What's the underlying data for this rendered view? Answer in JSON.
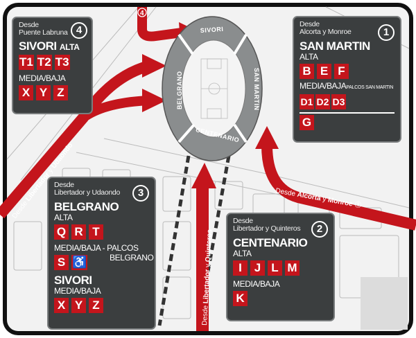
{
  "stadium": {
    "sections": [
      "SIVORI",
      "SAN MARTIN",
      "CENTENARIO",
      "BELGRANO"
    ]
  },
  "routes": {
    "r1": {
      "label_from": "Desde",
      "label_a": "Alcorta",
      "label_y": "y",
      "label_b": "Monroe",
      "num": "1"
    },
    "r2": {
      "label_from": "Desde",
      "label_a": "Libertador",
      "label_y": "y",
      "label_b": "Quinteros",
      "num": "2"
    },
    "r3": {
      "label_from": "Desde",
      "label_a": "Libertador",
      "label_y": "y",
      "label_b": "Udaondo",
      "num": "3"
    },
    "r4": {
      "num": "4"
    }
  },
  "boxes": {
    "b4": {
      "from1": "Desde",
      "from2": "Puente Labruna",
      "num": "4",
      "section": "SIVORI",
      "alta": "ALTA",
      "alta_tiles": [
        "T1",
        "T2",
        "T3"
      ],
      "media": "MEDIA/BAJA",
      "media_tiles": [
        "X",
        "Y",
        "Z"
      ]
    },
    "b1": {
      "from1": "Desde",
      "from2": "Alcorta y Monroe",
      "num": "1",
      "section": "SAN MARTIN",
      "alta": "ALTA",
      "alta_tiles": [
        "B",
        "E",
        "F"
      ],
      "media": "MEDIA/BAJA",
      "palcos": "PALCOS SAN MARTIN",
      "media_tiles": [
        "D1",
        "D2",
        "D3"
      ],
      "extra_tiles": [
        "G"
      ]
    },
    "b3": {
      "from1": "Desde",
      "from2": "Libertador y Udaondo",
      "num": "3",
      "section": "BELGRANO",
      "alta": "ALTA",
      "alta_tiles": [
        "Q",
        "R",
        "T"
      ],
      "media": "MEDIA/BAJA - PALCOS",
      "palcos2": "BELGRANO",
      "media_tiles": [
        "S"
      ],
      "wheelchair": "wheelchair-icon",
      "section2": "SIVORI",
      "media2": "MEDIA/BAJA",
      "media2_tiles": [
        "X",
        "Y",
        "Z"
      ]
    },
    "b2": {
      "from1": "Desde",
      "from2": "Libertador y Quinteros",
      "num": "2",
      "section": "CENTENARIO",
      "alta": "ALTA",
      "alta_tiles": [
        "I",
        "J",
        "L",
        "M"
      ],
      "media": "MEDIA/BAJA",
      "media_tiles": [
        "K"
      ]
    }
  },
  "colors": {
    "red": "#c4151c",
    "box": "#3b3e3f",
    "stand": "#8a8d8e"
  }
}
